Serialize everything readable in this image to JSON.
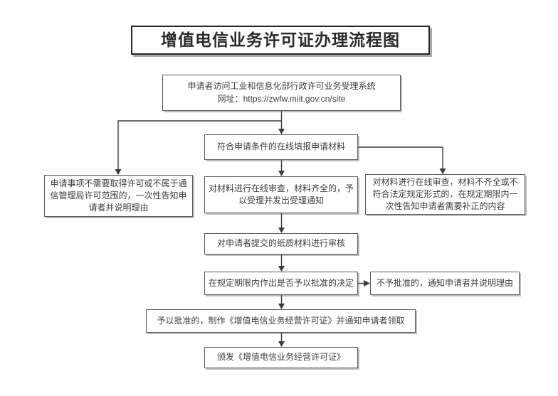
{
  "title": "增值电信业务许可证办理流程图",
  "flow": {
    "visit": {
      "line1": "申请者访问工业和信息化部行政许可业务受理系统",
      "line2": "网址：https://zwfw.miit.gov.cn/site"
    },
    "fill_online": "符合申请条件的在线填报申请材料",
    "out_of_scope": "申请事项不需要取得许可或不属于通信管理局许可范围的，一次性告知申请者并说明理由",
    "accept_materials": "对材料进行在线审查，材料齐全的，予以受理并发出受理通知",
    "supplement_materials": "对材料进行在线审查，材料不齐全或不符合法定规定形式的，在规定期限内一次性告知申请者需要补正的内容",
    "paper_review": "对申请者提交的纸质材料进行审核",
    "decision": "在规定期限内作出是否予以批准的决定",
    "not_approved": "不予批准的，通知申请者并说明理由",
    "approved": "予以批准的，制作《增值电信业务经营许可证》并通知申请者领取",
    "issue": "颁发《增值电信业务经营许可证》"
  },
  "colors": {
    "background": "#ffffff",
    "box_border": "#5a5a5a",
    "title_border": "#262626",
    "connector": "#3c3c3c",
    "text": "#3d3d3d"
  }
}
